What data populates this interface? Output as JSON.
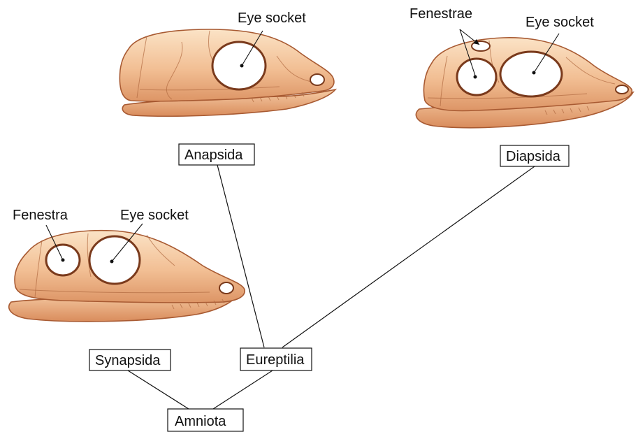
{
  "colors": {
    "bone_light": "#f8d6b0",
    "bone_mid": "#efb283",
    "bone_dark": "#c97a4a",
    "outline": "#a85a32"
  },
  "taxa": {
    "anapsida": "Anapsida",
    "diapsida": "Diapsida",
    "synapsida": "Synapsida",
    "eureptilia": "Eureptilia",
    "amniota": "Amniota"
  },
  "skull_labels": {
    "anapsid_eye_socket": "Eye socket",
    "diapsid_fenestrae": "Fenestrae",
    "diapsid_eye_socket": "Eye socket",
    "synapsid_fenestra": "Fenestra",
    "synapsid_eye_socket": "Eye socket"
  }
}
